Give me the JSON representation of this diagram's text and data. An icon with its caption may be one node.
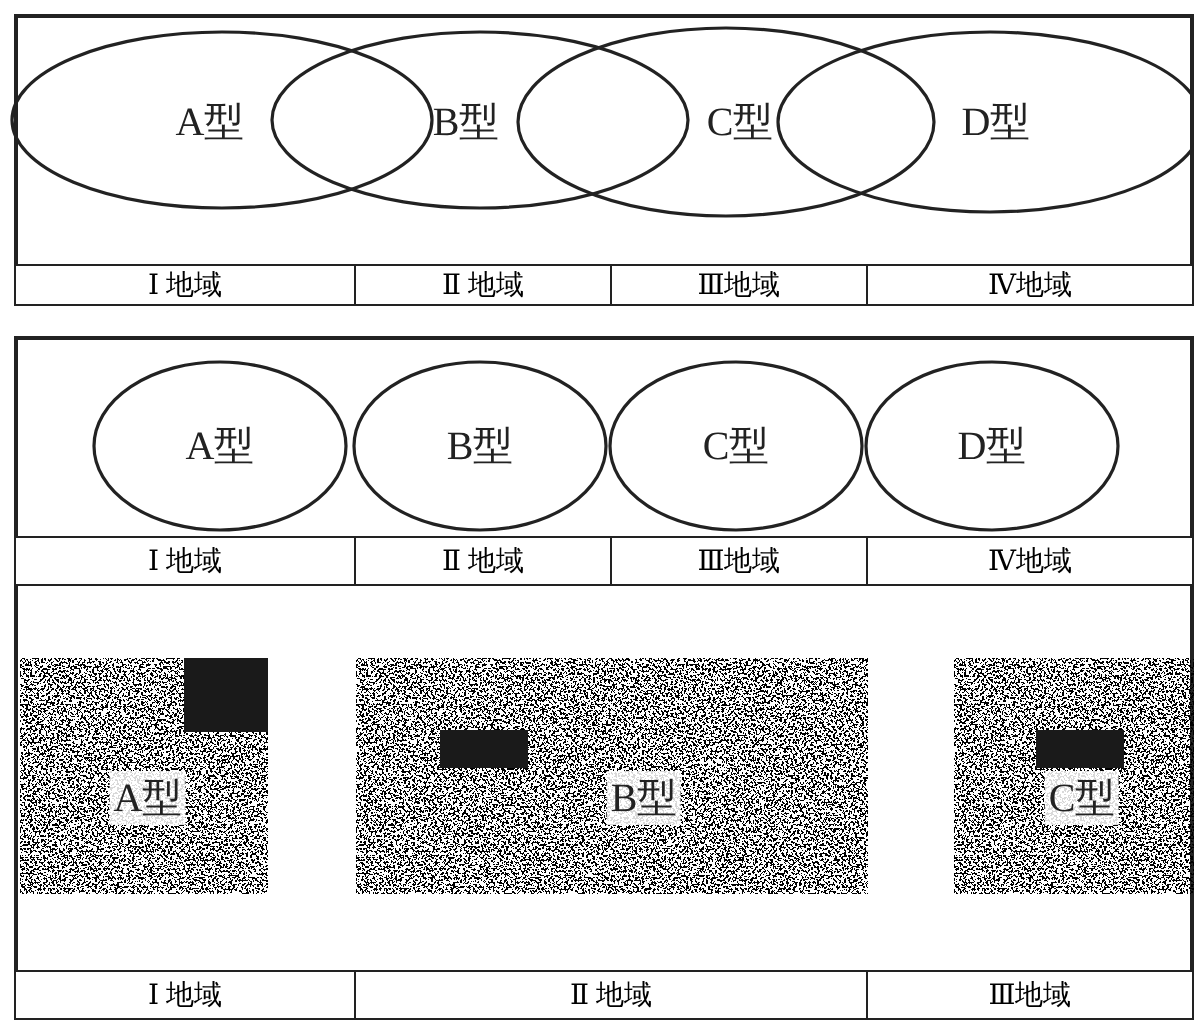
{
  "diagram": {
    "nodes": [
      {
        "text": [
          "A型"
        ]
      },
      {
        "text": [
          "B型"
        ]
      },
      {
        "text": [
          "C型"
        ]
      },
      {
        "text": [
          "D型"
        ]
      },
      {
        "text": [
          "A型"
        ]
      },
      {
        "text": [
          "B型"
        ]
      },
      {
        "text": [
          "C型"
        ]
      },
      {
        "text": [
          "D型"
        ]
      },
      {
        "text": [
          "A型"
        ]
      },
      {
        "text": [
          "B型"
        ]
      },
      {
        "text": [
          "C型"
        ]
      }
    ],
    "edges": [],
    "labels": [
      "Ⅰ 地域",
      "Ⅱ 地域",
      "Ⅲ地域",
      "Ⅳ地域",
      "Ⅰ 地域",
      "Ⅱ 地域",
      "Ⅲ地域",
      "Ⅳ地域",
      "Ⅰ 地域",
      "Ⅱ 地域",
      "Ⅲ地域"
    ]
  }
}
